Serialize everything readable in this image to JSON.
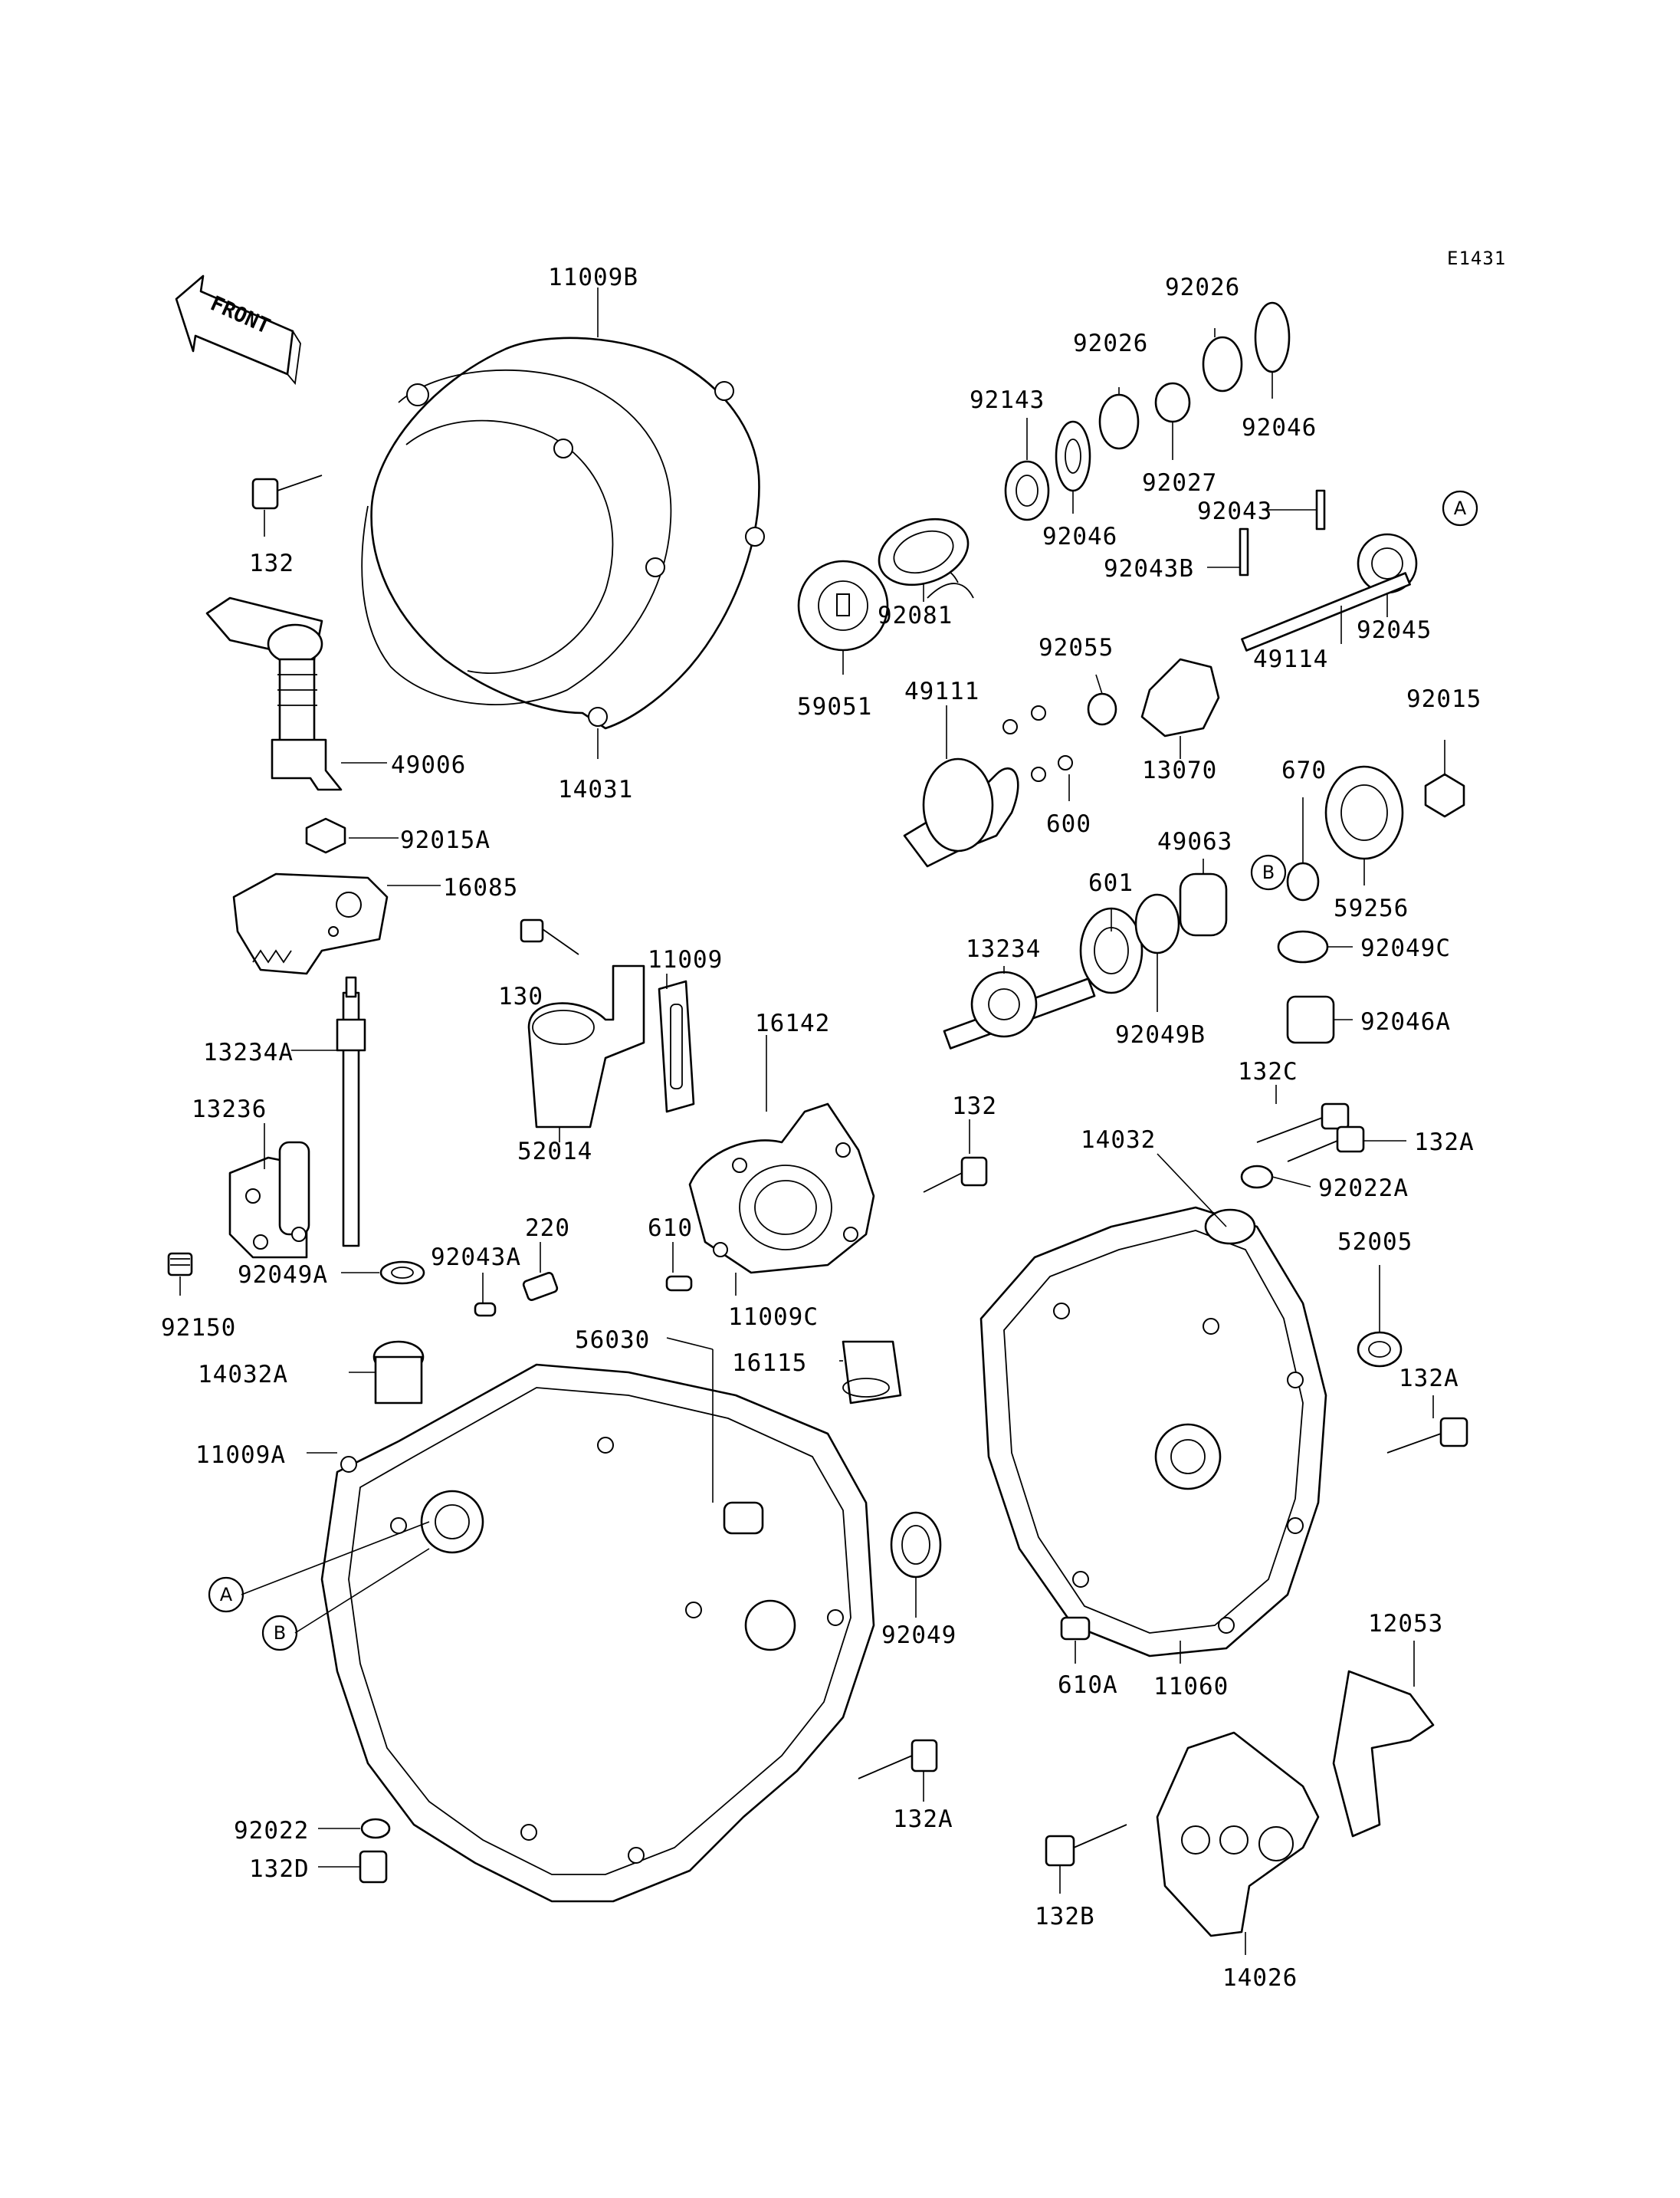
{
  "diagram_code": "E1431",
  "front_arrow": {
    "text": "FRONT"
  },
  "references": [
    "A",
    "B"
  ],
  "parts": [
    "11009B",
    "132",
    "49006",
    "14031",
    "92015A",
    "16085",
    "13234A",
    "13236",
    "92150",
    "92049A",
    "92043A",
    "220",
    "130",
    "52014",
    "11009",
    "16142",
    "132",
    "610",
    "11009C",
    "56030",
    "16115",
    "14032A",
    "11009A",
    "92022",
    "132D",
    "92049",
    "132A",
    "92026",
    "92026",
    "92143",
    "92046",
    "92027",
    "92046",
    "92081",
    "92043",
    "92043B",
    "92045",
    "49114",
    "59051",
    "49111",
    "92055",
    "13070",
    "600",
    "92015",
    "670",
    "49063",
    "59256",
    "601",
    "13234",
    "92049B",
    "92049C",
    "92046A",
    "132C",
    "132A",
    "14032",
    "92022A",
    "52005",
    "132A",
    "610A",
    "11060",
    "12053",
    "132B",
    "14026"
  ]
}
